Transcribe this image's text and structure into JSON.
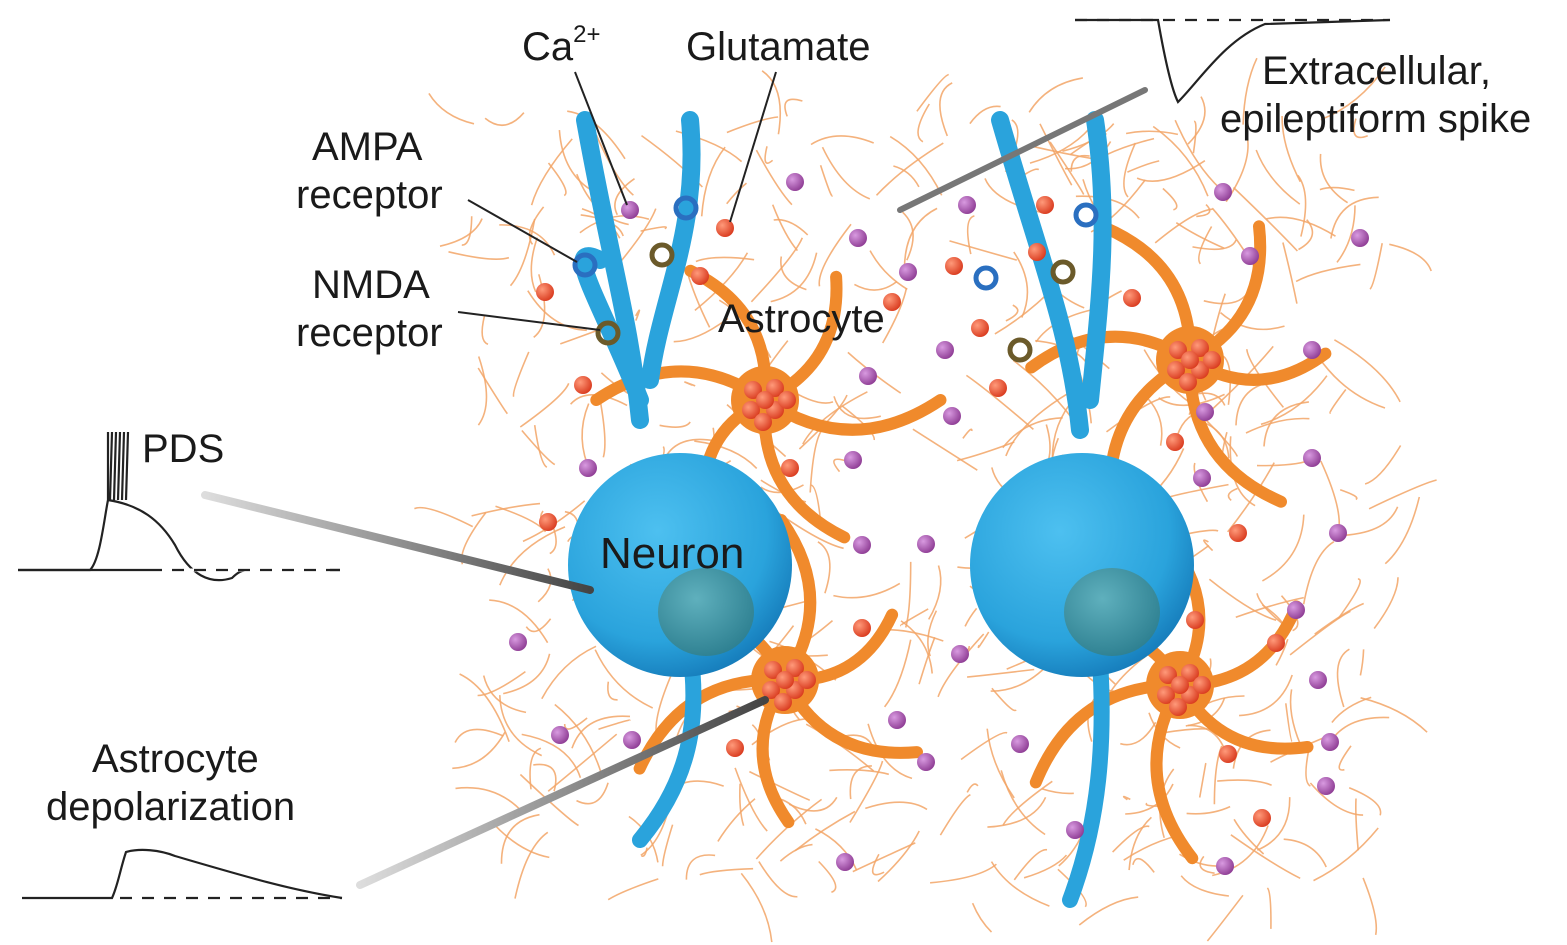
{
  "labels": {
    "ca": "Ca",
    "ca_sup": "2+",
    "glutamate": "Glutamate",
    "ampa_line1": "AMPA",
    "ampa_line2": "receptor",
    "nmda_line1": "NMDA",
    "nmda_line2": "receptor",
    "astrocyte": "Astrocyte",
    "neuron": "Neuron",
    "pds": "PDS",
    "astro_depol_line1": "Astrocyte",
    "astro_depol_line2": "depolarization",
    "extracellular_line1": "Extracellular,",
    "extracellular_line2": "epileptiform spike"
  },
  "colors": {
    "neuron": "#2aa3dc",
    "neuron_dark": "#1479b8",
    "nucleus": "#3a8fa0",
    "astrocyte": "#f08a2c",
    "fiber": "#f2a566",
    "glutamate_dot": "#e8452a",
    "calcium_dot": "#a64ca6",
    "trace": "#222222",
    "electrode": "#555555"
  }
}
